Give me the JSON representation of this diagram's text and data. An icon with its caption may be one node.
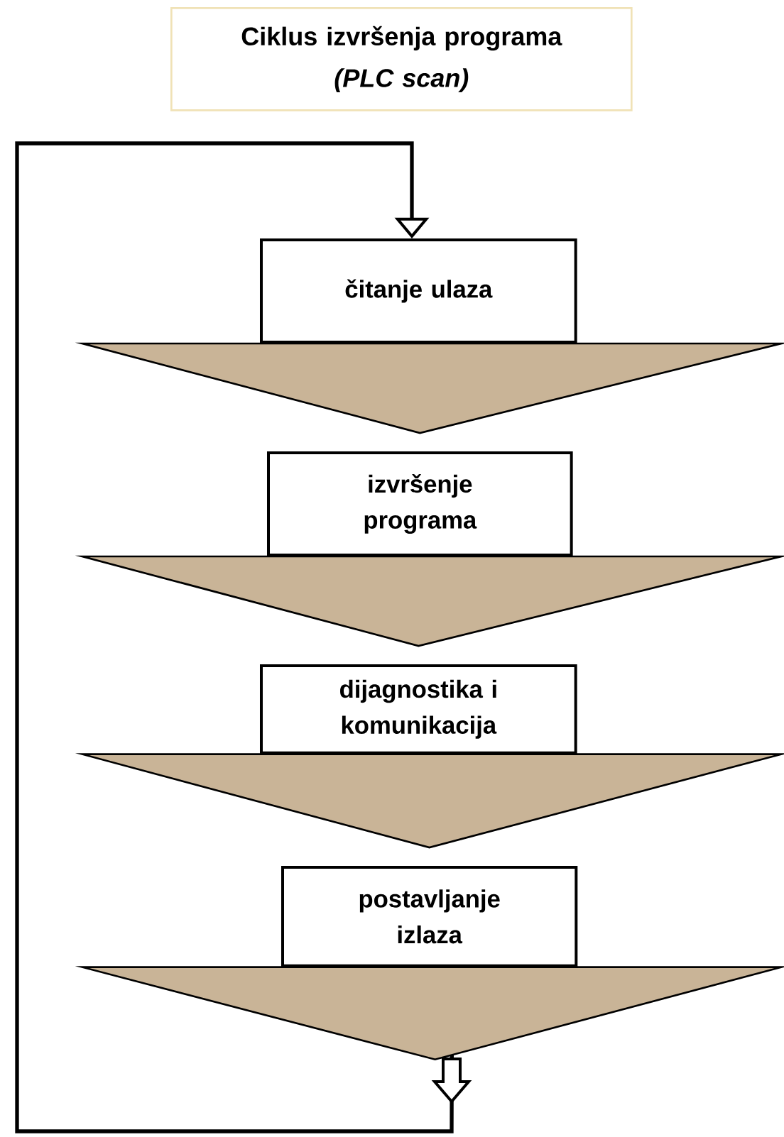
{
  "diagram": {
    "nodes": [
      {
        "text": [
          "Ciklus izvršenja programa",
          "(PLC scan)"
        ]
      },
      {
        "text": [
          "čitanje ulaza"
        ]
      },
      {
        "text": [
          "izvršenje programa"
        ]
      },
      {
        "text": [
          "dijagnostika i komunikacija"
        ]
      },
      {
        "text": [
          "postavljanje izlaza"
        ]
      }
    ],
    "edges": [
      {
        "from": 1,
        "to": 2,
        "arrow": "to"
      },
      {
        "from": 2,
        "to": 3,
        "arrow": "to"
      },
      {
        "from": 3,
        "to": 4,
        "arrow": "to"
      },
      {
        "from": 4,
        "to": 1,
        "arrow": "to"
      }
    ]
  }
}
